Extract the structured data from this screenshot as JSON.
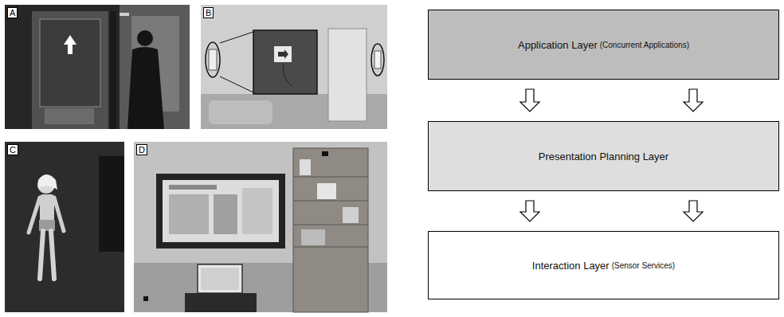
{
  "diagram": {
    "nodes": [
      {
        "text": [
          "Application Layer",
          "(Concurrent Applications)"
        ]
      },
      {
        "text": [
          "Presentation Planning Layer"
        ]
      },
      {
        "text": [
          "Interaction Layer",
          "(Sensor Services)"
        ]
      }
    ],
    "edges": [
      {
        "from": 0,
        "to": 1,
        "arrow": "to"
      },
      {
        "from": 0,
        "to": 1,
        "arrow": "to"
      },
      {
        "from": 1,
        "to": 2,
        "arrow": "to"
      },
      {
        "from": 1,
        "to": 2,
        "arrow": "to"
      }
    ],
    "labels": [
      "A",
      "B",
      "C",
      "D"
    ]
  }
}
